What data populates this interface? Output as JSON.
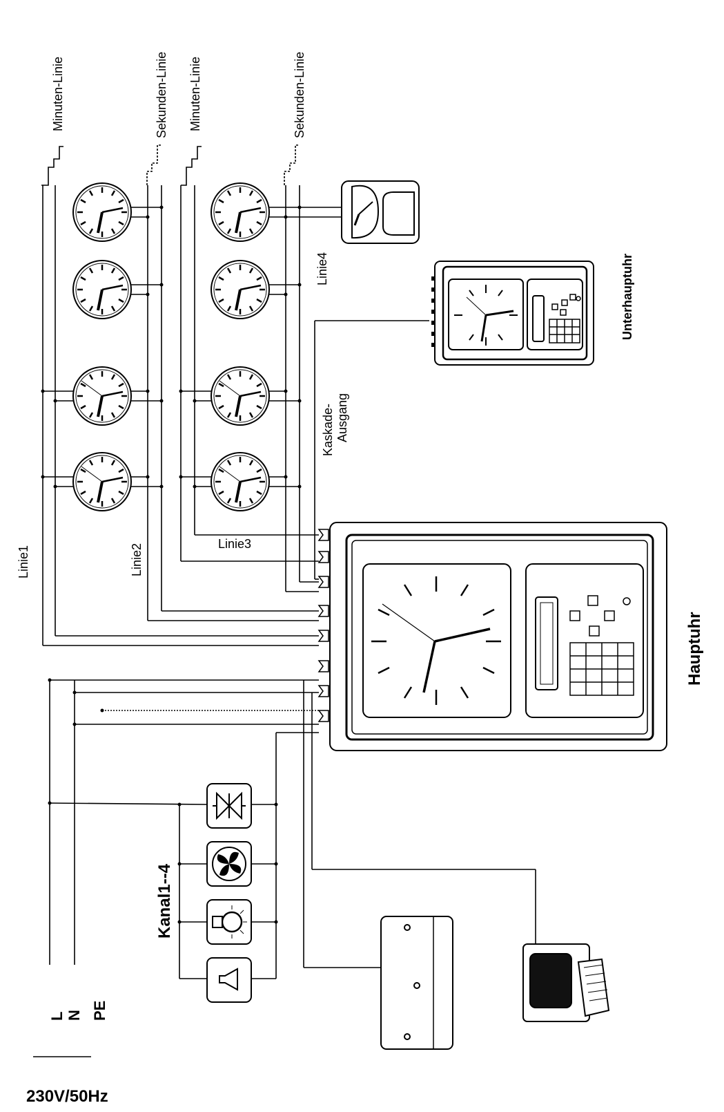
{
  "labels": {
    "minuten_linie_1": "Minuten-Linie",
    "sekunden_linie_1": "Sekunden-Linie",
    "minuten_linie_2": "Minuten-Linie",
    "sekunden_linie_2": "Sekunden-Linie",
    "linie1": "Linie1",
    "linie2": "Linie2",
    "linie3": "Linie3",
    "linie4": "Linie4",
    "kaskade_ausgang": "Kaskade-\nAusgang",
    "kaskade_line1": "Kaskade-",
    "kaskade_line2": "Ausgang",
    "unterhauptuhr": "Unterhauptuhr",
    "hauptuhr": "Hauptuhr",
    "kanal": "Kanal1--4",
    "L": "L",
    "N": "N",
    "PE": "PE",
    "power": "230V/50Hz"
  },
  "icons": {
    "slave_clock": "slave-clock-icon",
    "second_clock": "second-clock-icon",
    "valve": "valve-icon",
    "fan": "fan-icon",
    "lamp": "lamp-icon",
    "horn": "horn-icon",
    "receiver": "dcf-receiver-icon",
    "computer": "computer-icon"
  }
}
